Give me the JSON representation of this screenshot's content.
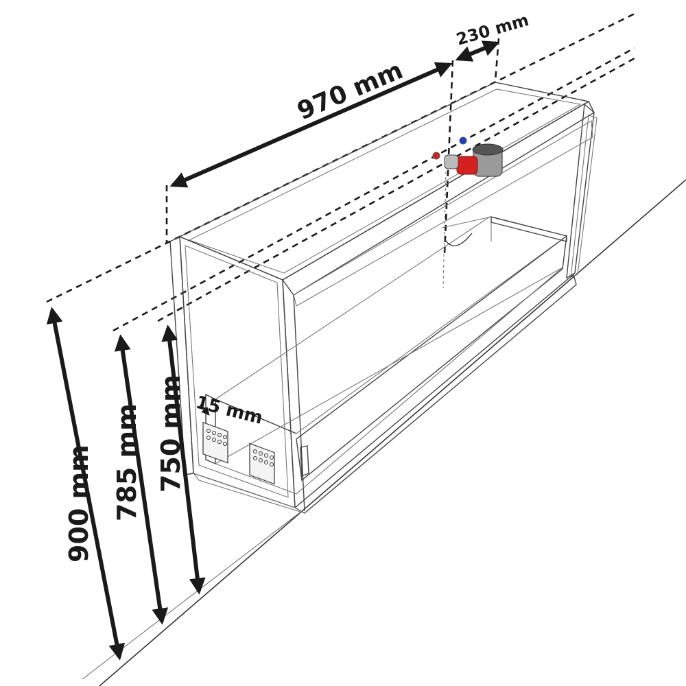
{
  "dimensions": {
    "width_970": "970 mm",
    "depth_230": "230 mm",
    "height_900": "900 mm",
    "height_785": "785 mm",
    "height_750": "750 mm",
    "offset_15": "15 mm"
  },
  "colors": {
    "line": "#1a1a1a",
    "cabinet": "#444444",
    "hot_valve": "#d42020",
    "cold_valve": "#1f3fbf",
    "siphon_body": "#9a9a9a",
    "siphon_accent": "#d42020"
  }
}
